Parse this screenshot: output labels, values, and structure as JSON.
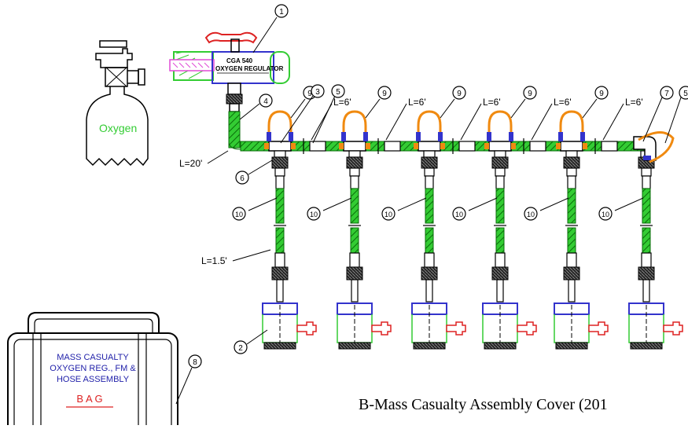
{
  "cylinder": {
    "label": "Oxygen"
  },
  "regulator": {
    "line1": "CGA 540",
    "line2": "OXYGEN REGULATOR"
  },
  "bag": {
    "line1": "MASS CASUALTY",
    "line2": "OXYGEN REG., FM &",
    "line3": "HOSE ASSEMBLY",
    "label": "B A G"
  },
  "callouts": {
    "c1": "1",
    "c2": "2",
    "c3": "3",
    "c4": "4",
    "c5": "5",
    "c5b": "5",
    "c6": "6",
    "c7": "7",
    "c8": "8",
    "c9": "9",
    "c10": "10"
  },
  "dimensions": {
    "main_hose": "L=20'",
    "segment": "L=6'",
    "branch": "L=1.5'"
  },
  "caption": "B-Mass Casualty Assembly Cover (201"
}
